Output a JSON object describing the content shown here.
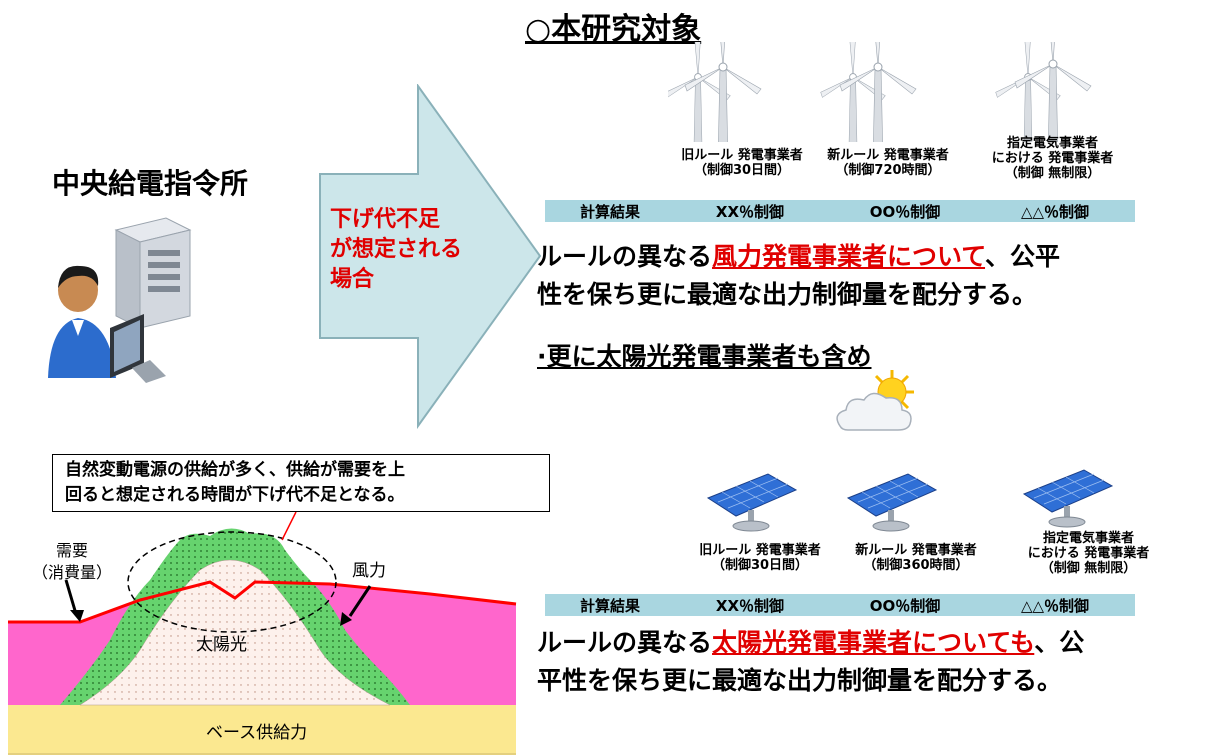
{
  "title": "○本研究対象",
  "center": {
    "label": "中央給電指令所"
  },
  "arrow": {
    "text": "下げ代不足\nが想定される\n場合"
  },
  "wind": {
    "turbines": [
      {
        "label": "旧ルール 発電事業者\n（制御30日間）"
      },
      {
        "label": "新ルール 発電事業者\n（制御720時間）"
      },
      {
        "label": "指定電気事業者\nにおける 発電事業者\n（制御 無制限）"
      }
    ],
    "result_label": "計算結果",
    "results": [
      "XX％制御",
      "OO％制御",
      "△△％制御"
    ],
    "desc_pre": "ルールの異なる",
    "desc_red": "風力発電事業者について",
    "desc_post": "、公平",
    "desc_line2": "性を保ち更に最適な出力制御量を配分する。"
  },
  "solar_heading": "·更に太陽光発電事業者も含め",
  "solar": {
    "panels": [
      {
        "label": "旧ルール 発電事業者\n（制御30日間）"
      },
      {
        "label": "新ルール 発電事業者\n（制御360時間）"
      },
      {
        "label": "指定電気事業者\nにおける 発電事業者\n（制御 無制限）"
      }
    ],
    "result_label": "計算結果",
    "results": [
      "XX％制御",
      "OO％制御",
      "△△％制御"
    ],
    "desc_pre": "ルールの異なる",
    "desc_red": "太陽光発電事業者についても",
    "desc_post": "、公",
    "desc_line2": "平性を保ち更に最適な出力制御量を配分する。"
  },
  "note": "自然変動電源の供給が多く、供給が需要を上\n回ると想定される時間が下げ代不足となる。",
  "graph": {
    "demand_label": "需要\n（消費量）",
    "wind_label": "風力",
    "solar_label": "太陽光",
    "base_label": "ベース供給力"
  },
  "colors": {
    "arrow": "#cce6ea",
    "result_bar": "#a9d6e0",
    "wind_area": "#ff66cc",
    "green": "#66d36e",
    "base": "#fbe890",
    "demand_line": "#ff0000",
    "highlight": "#e00000"
  }
}
